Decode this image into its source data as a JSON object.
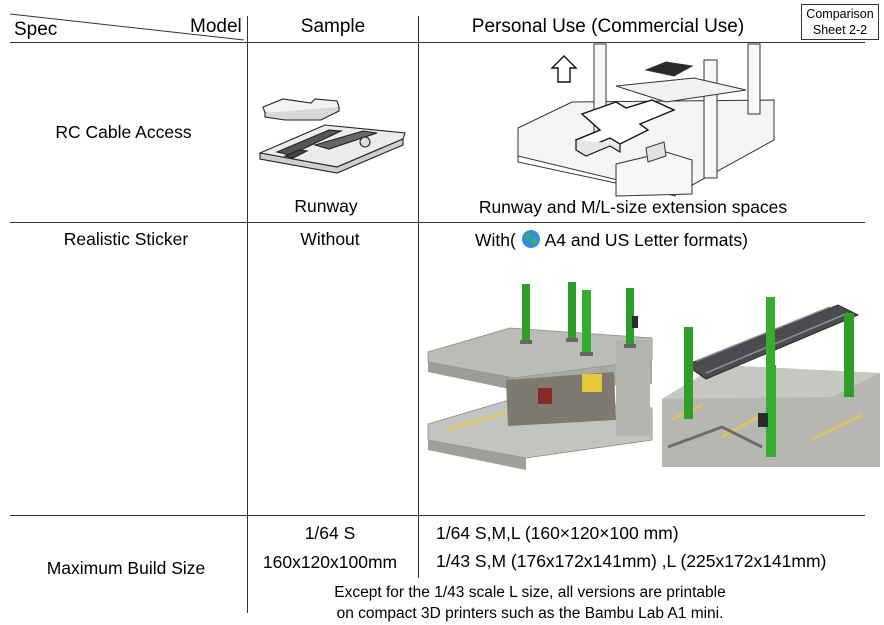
{
  "sheet_badge": {
    "line1": "Comparison",
    "line2": "Sheet 2-2"
  },
  "header": {
    "spec": "Spec",
    "model": "Model",
    "sample": "Sample",
    "personal": "Personal Use (Commercial Use)"
  },
  "rows": {
    "cable": {
      "label": "RC Cable Access",
      "sample_caption": "Runway",
      "personal_caption": "Runway and M/L-size extension spaces"
    },
    "sticker": {
      "label": "Realistic Sticker",
      "sample": "Without",
      "personal_prefix": "With(",
      "personal_suffix": "A4 and US Letter formats)",
      "icon": "globe-icon"
    },
    "build": {
      "label": "Maximum Build Size",
      "sample_line1": "1/64 S",
      "sample_line2": "160x120x100mm",
      "personal_line1": "1/64 S,M,L (160×120×100 mm)",
      "personal_line2": "1/43 S,M (176x172x141mm) ,L (225x172x141mm)",
      "note_line1": "Except for the 1/43 scale L size, all versions are printable",
      "note_line2": "on compact 3D printers such as the Bambu Lab A1 mini."
    }
  },
  "colors": {
    "lift_green": "#2e9e28",
    "concrete": "#b9b9b4",
    "line": "#333333"
  }
}
